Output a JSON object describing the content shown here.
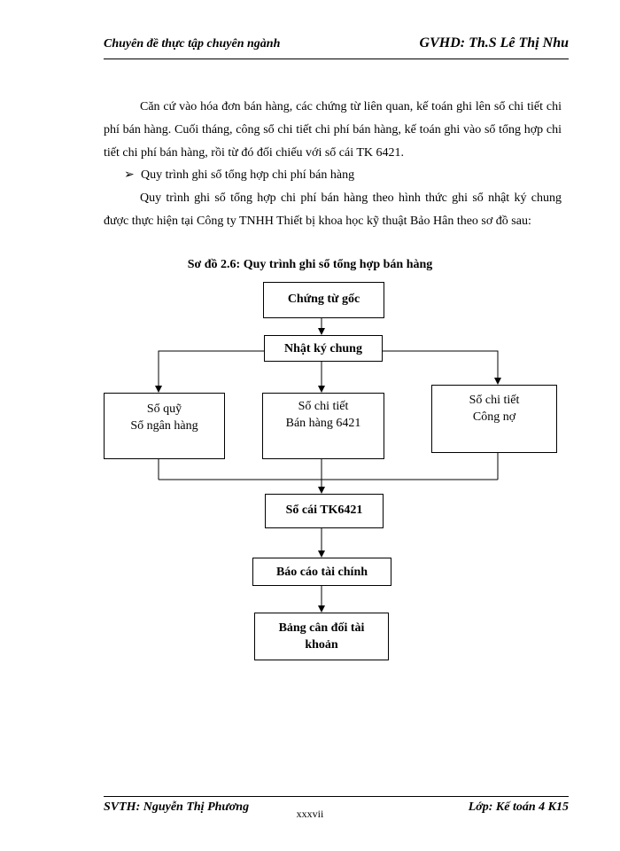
{
  "header": {
    "left": "Chuyên  đề thực tập chuyên ngành",
    "right": "GVHD: Th.S Lê Thị Nhu"
  },
  "paragraphs": {
    "p1": "Căn cứ vào hóa đơn bán hàng, các chứng từ liên quan, kế toán ghi lên sổ chi tiết chi phí bán hàng. Cuối tháng, công sổ chi tiết chi phí bán hàng, kế toán ghi vào sổ tổng hợp chi tiết chi phí bán hàng, rồi từ đó đối chiếu với sổ cái TK 6421.",
    "bullet_mark": "➢",
    "bullet": "Quy trình ghi sổ tổng hợp chi phí bán hàng",
    "p2": "Quy trình ghi sổ tổng hợp chi phí bán hàng theo hình thức ghi sổ nhật ký chung được thực hiện tại Công ty TNHH Thiết bị khoa học kỹ thuật Bảo Hân theo sơ đồ sau:"
  },
  "diagram": {
    "caption": "Sơ đồ 2.6: Quy trình ghi sổ tổng hợp bán hàng",
    "boxes": {
      "chung_tu_goc": "Chứng từ gốc",
      "nhat_ky_chung": "Nhật ký chung",
      "so_quy_line1": "Sổ quỹ",
      "so_quy_line2": "Sổ ngân hàng",
      "so_chi_tiet_ban_hang_line1": "Sổ chi tiết",
      "so_chi_tiet_ban_hang_line2": "Bán hàng 6421",
      "so_chi_tiet_cong_no_line1": "Sổ chi tiết",
      "so_chi_tiet_cong_no_line2": "Công nợ",
      "so_cai": "Sổ cái TK6421",
      "bao_cao_tai_chinh": "Báo cáo tài chính",
      "bang_can_doi_line1": "Bảng cân đối tài",
      "bang_can_doi_line2": "khoản"
    }
  },
  "footer": {
    "left": "SVTH:  Nguyễn Thị Phương",
    "page": "xxxvii",
    "right": "Lớp: Kế toán 4 K15"
  }
}
